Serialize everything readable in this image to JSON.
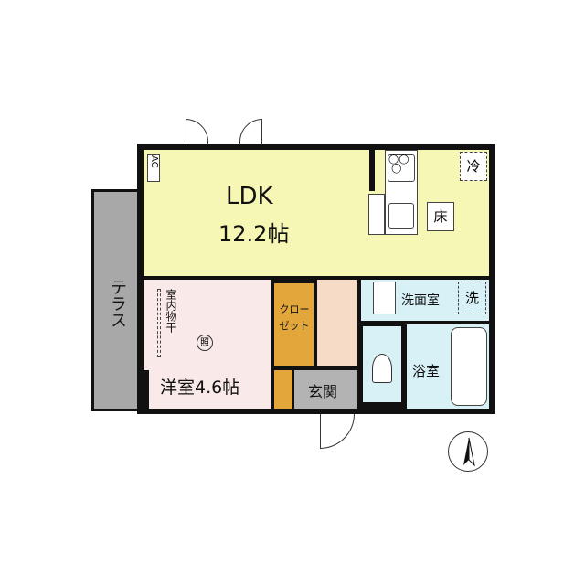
{
  "rooms": {
    "ldk": {
      "name": "LDK",
      "size": "12.2帖"
    },
    "western": {
      "name": "洋室4.6帖"
    },
    "terrace": {
      "name": "テラス"
    },
    "closet": {
      "name": "クローゼット"
    },
    "entrance": {
      "name": "玄関"
    },
    "washroom": {
      "name": "洗面室"
    },
    "bathroom": {
      "name": "浴室"
    }
  },
  "symbols": {
    "ac": "AC",
    "fridge": "冷",
    "floor_storage": "床",
    "washer": "洗",
    "indoor_drying": "室内物干",
    "lighting": "照"
  },
  "colors": {
    "ldk": "#f7f7b5",
    "western": "#f9e9e9",
    "terrace": "#a8a8a8",
    "closet": "#e2a63b",
    "hall": "#f6dcc6",
    "entrance": "#b3b3b3",
    "wet": "#d8f1f7"
  }
}
